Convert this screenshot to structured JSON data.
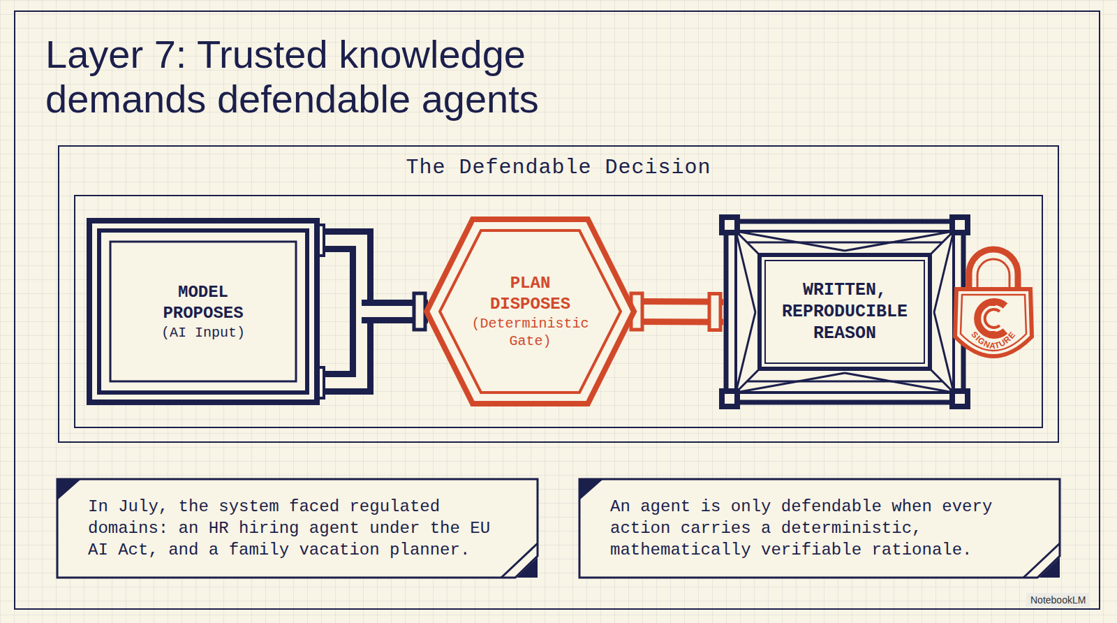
{
  "diagram": {
    "title": "Layer 7: Trusted knowledge demands defendable agents",
    "nodes": [
      {
        "text": [
          "The Defendable Decision"
        ]
      },
      {
        "text": [
          "MODEL PROPOSES",
          "(AI Input)"
        ],
        "in": 0
      },
      {
        "text": [
          "PLAN DISPOSES",
          "(Deterministic Gate)"
        ],
        "in": 0
      },
      {
        "text": [
          "WRITTEN, REPRODUCIBLE REASON"
        ],
        "in": 0
      },
      {
        "text": [
          "In July, the system faced regulated domains: an HR hiring agent under the EU AI Act, and a family vacation planner."
        ]
      },
      {
        "text": [
          "An agent is only defendable when every action carries a deterministic, mathematically verifiable rationale."
        ]
      }
    ],
    "edges": [
      {
        "from": 1,
        "to": 2,
        "arrow": "none"
      },
      {
        "from": 2,
        "to": 3,
        "arrow": "none"
      }
    ],
    "labels": [
      "SIGNATURE",
      "NotebookLM"
    ]
  }
}
